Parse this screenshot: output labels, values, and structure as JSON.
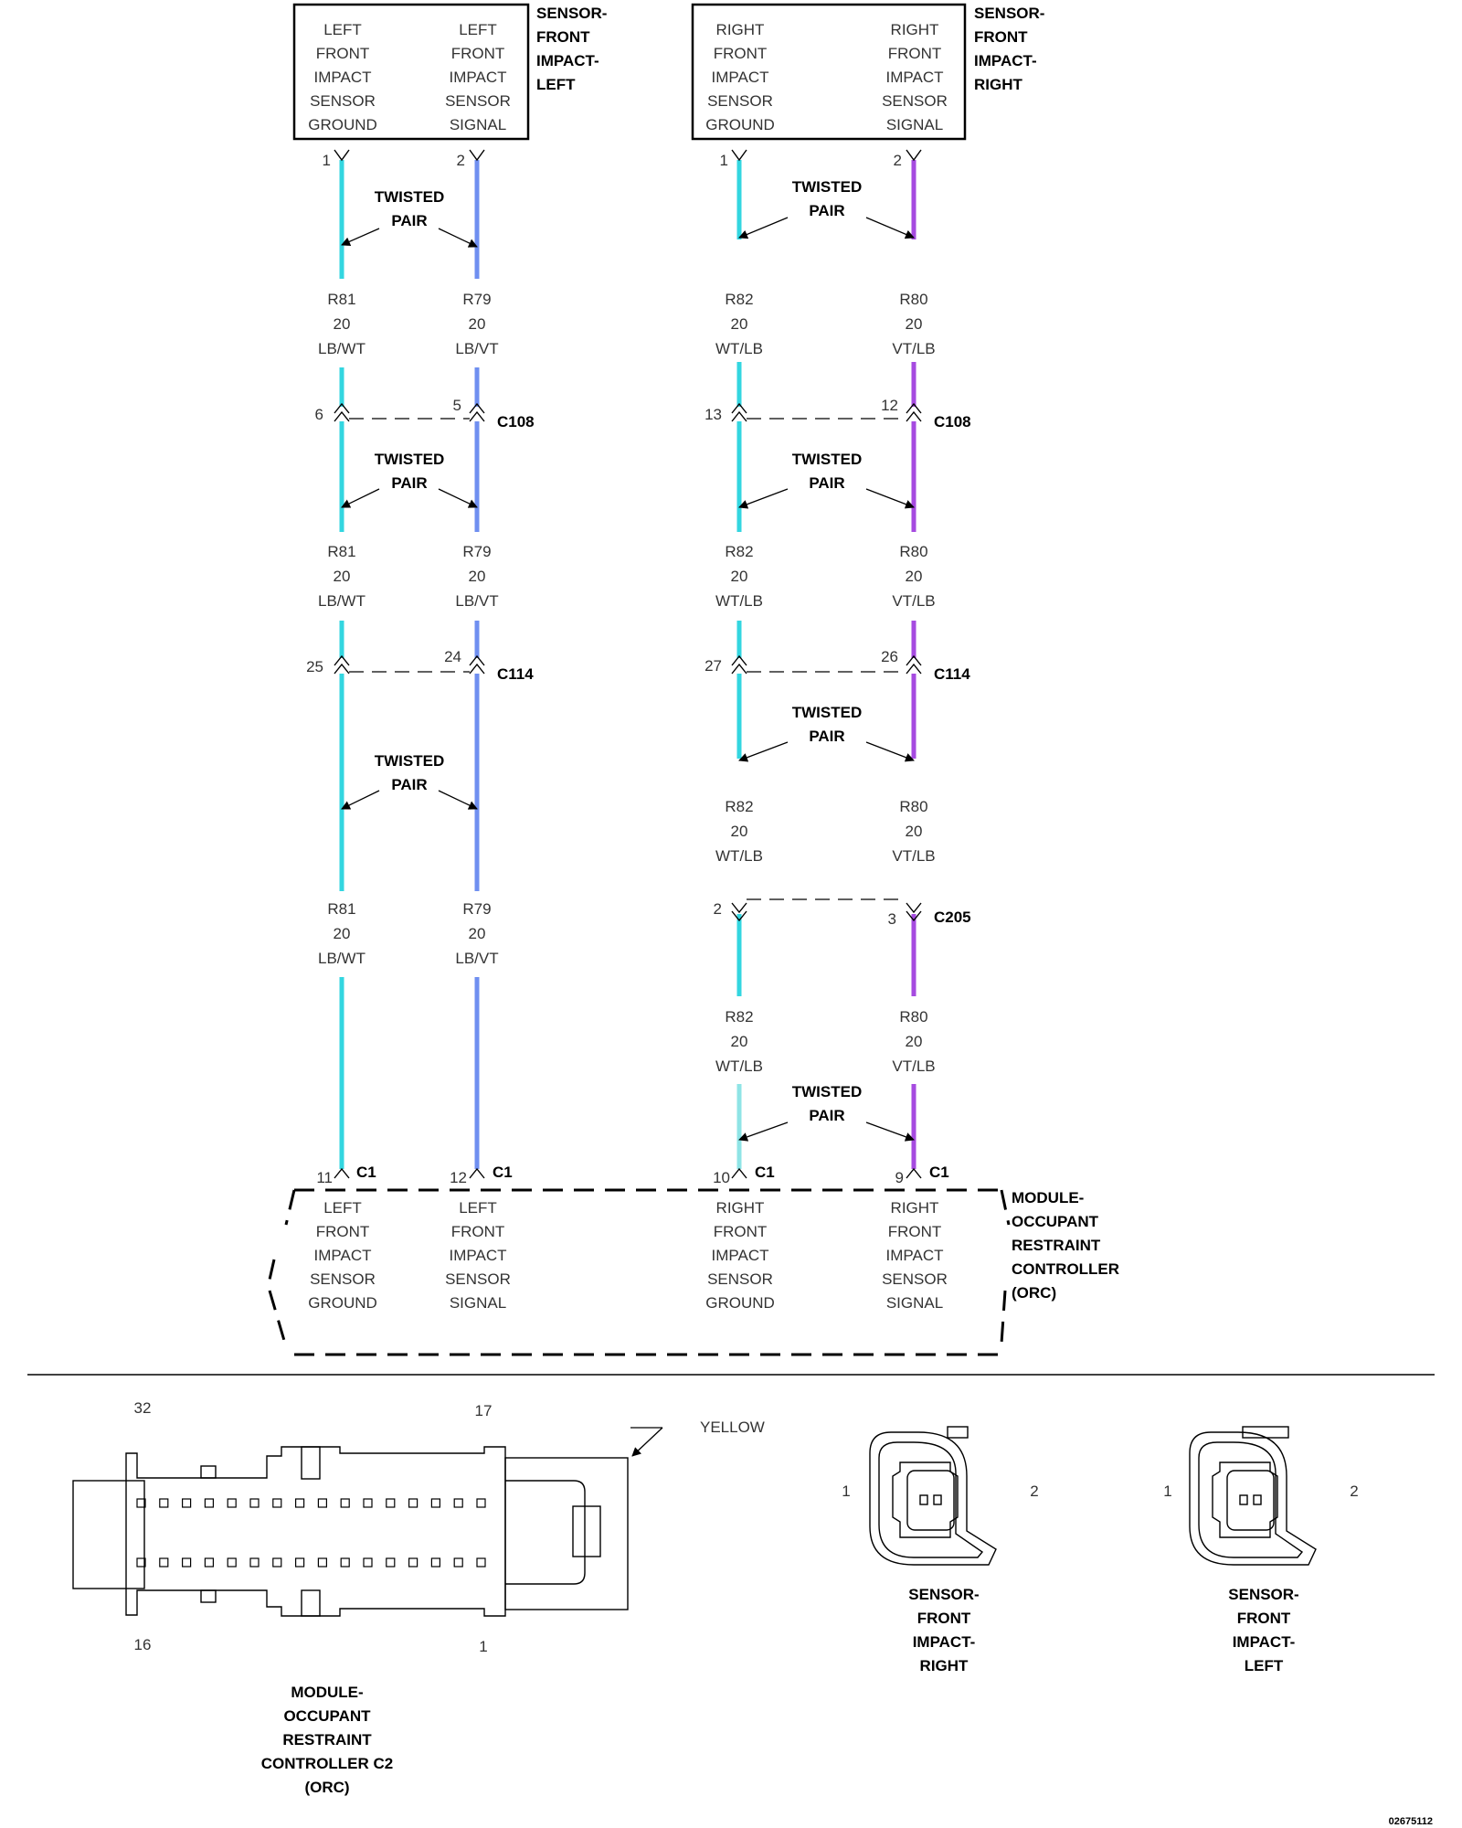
{
  "colors": {
    "lb": "#33d6e0",
    "lb_vt": "#6f8ff0",
    "vt_lb": "#a64be0",
    "wt_lb": "#8fe4e6",
    "line": "#000000"
  },
  "sensor_left": {
    "title": [
      "SENSOR-",
      "FRONT",
      "IMPACT-",
      "LEFT"
    ],
    "pin1_desc": [
      "LEFT",
      "FRONT",
      "IMPACT",
      "SENSOR",
      "GROUND"
    ],
    "pin2_desc": [
      "LEFT",
      "FRONT",
      "IMPACT",
      "SENSOR",
      "SIGNAL"
    ],
    "pin1": "1",
    "pin2": "2"
  },
  "sensor_right": {
    "title": [
      "SENSOR-",
      "FRONT",
      "IMPACT-",
      "RIGHT"
    ],
    "pin1_desc": [
      "RIGHT",
      "FRONT",
      "IMPACT",
      "SENSOR",
      "GROUND"
    ],
    "pin2_desc": [
      "RIGHT",
      "FRONT",
      "IMPACT",
      "SENSOR",
      "SIGNAL"
    ],
    "pin1": "1",
    "pin2": "2"
  },
  "twisted_pair": [
    "TWISTED",
    "PAIR"
  ],
  "wires": {
    "r81": [
      "R81",
      "20",
      "LB/WT"
    ],
    "r79": [
      "R79",
      "20",
      "LB/VT"
    ],
    "r82": [
      "R82",
      "20",
      "WT/LB"
    ],
    "r80": [
      "R80",
      "20",
      "VT/LB"
    ]
  },
  "connectors": {
    "c108": {
      "name": "C108",
      "left_pins": [
        "6",
        "5"
      ],
      "right_pins": [
        "13",
        "12"
      ]
    },
    "c114": {
      "name": "C114",
      "left_pins": [
        "25",
        "24"
      ],
      "right_pins": [
        "27",
        "26"
      ]
    },
    "c205": {
      "name": "C205",
      "pins": [
        "2",
        "3"
      ]
    },
    "c1": {
      "name": "C1",
      "pins": [
        "11",
        "12",
        "10",
        "9"
      ]
    }
  },
  "module": {
    "title": [
      "MODULE-",
      "OCCUPANT",
      "RESTRAINT",
      "CONTROLLER",
      "(ORC)"
    ],
    "pin11_desc": [
      "LEFT",
      "FRONT",
      "IMPACT",
      "SENSOR",
      "GROUND"
    ],
    "pin12_desc": [
      "LEFT",
      "FRONT",
      "IMPACT",
      "SENSOR",
      "SIGNAL"
    ],
    "pin10_desc": [
      "RIGHT",
      "FRONT",
      "IMPACT",
      "SENSOR",
      "GROUND"
    ],
    "pin9_desc": [
      "RIGHT",
      "FRONT",
      "IMPACT",
      "SENSOR",
      "SIGNAL"
    ]
  },
  "connector_views": {
    "orc_c2": {
      "title": [
        "MODULE-",
        "OCCUPANT",
        "RESTRAINT",
        "CONTROLLER C2",
        "(ORC)"
      ],
      "pin_labels": [
        "32",
        "17",
        "16",
        "1"
      ],
      "color_label": "YELLOW"
    },
    "sensor_right": {
      "title": [
        "SENSOR-",
        "FRONT",
        "IMPACT-",
        "RIGHT"
      ],
      "pins": [
        "1",
        "2"
      ]
    },
    "sensor_left": {
      "title": [
        "SENSOR-",
        "FRONT",
        "IMPACT-",
        "LEFT"
      ],
      "pins": [
        "1",
        "2"
      ]
    }
  },
  "figure_id": "02675112"
}
